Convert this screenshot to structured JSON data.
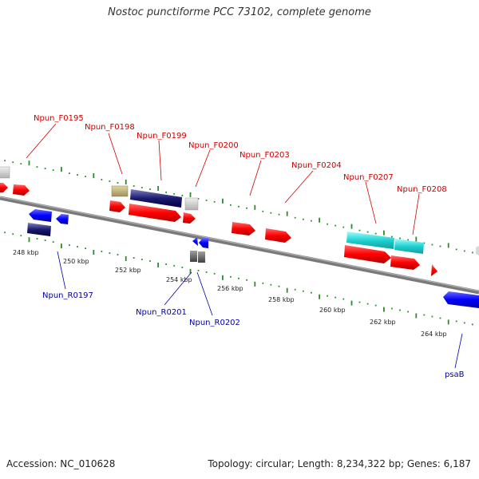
{
  "title": "Nostoc punctiforme PCC 73102, complete genome",
  "accession": "Accession: NC_010628",
  "summary": "Topology: circular; Length: 8,234,322 bp; Genes: 6,187",
  "colors": {
    "forward_label": "#cc0000",
    "reverse_label": "#0000aa",
    "tick": "#2a8c2a",
    "backbone": "#808080"
  },
  "scale_ticks": [
    "248 kbp",
    "250 kbp",
    "252 kbp",
    "254 kbp",
    "256 kbp",
    "258 kbp",
    "260 kbp",
    "262 kbp",
    "264 kbp"
  ],
  "forward_genes": [
    "Npun_F0195",
    "Npun_F0198",
    "Npun_F0199",
    "Npun_F0200",
    "Npun_F0203",
    "Npun_F0204",
    "Npun_F0207",
    "Npun_F0208"
  ],
  "reverse_genes": [
    "Npun_R0197",
    "Npun_R0201",
    "Npun_R0202",
    "psaB"
  ]
}
